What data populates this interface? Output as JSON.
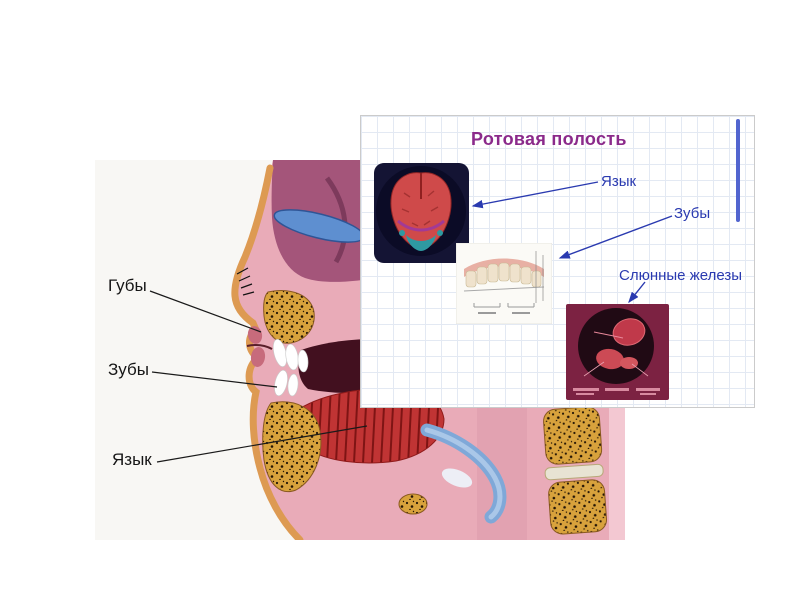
{
  "figure": {
    "labels": {
      "lips": "Губы",
      "teeth": "Зубы",
      "tongue": "Язык"
    }
  },
  "panel": {
    "title": "Ротовая полость",
    "labels": {
      "tongue": "Язык",
      "teeth": "Зубы",
      "glands": "Слюнные железы"
    },
    "colors": {
      "title": "#8b2a8b",
      "label": "#2a3ab0",
      "arrow": "#2a3ab0",
      "grid": "#e3e9f3",
      "accent_line": "#5265cf"
    }
  }
}
